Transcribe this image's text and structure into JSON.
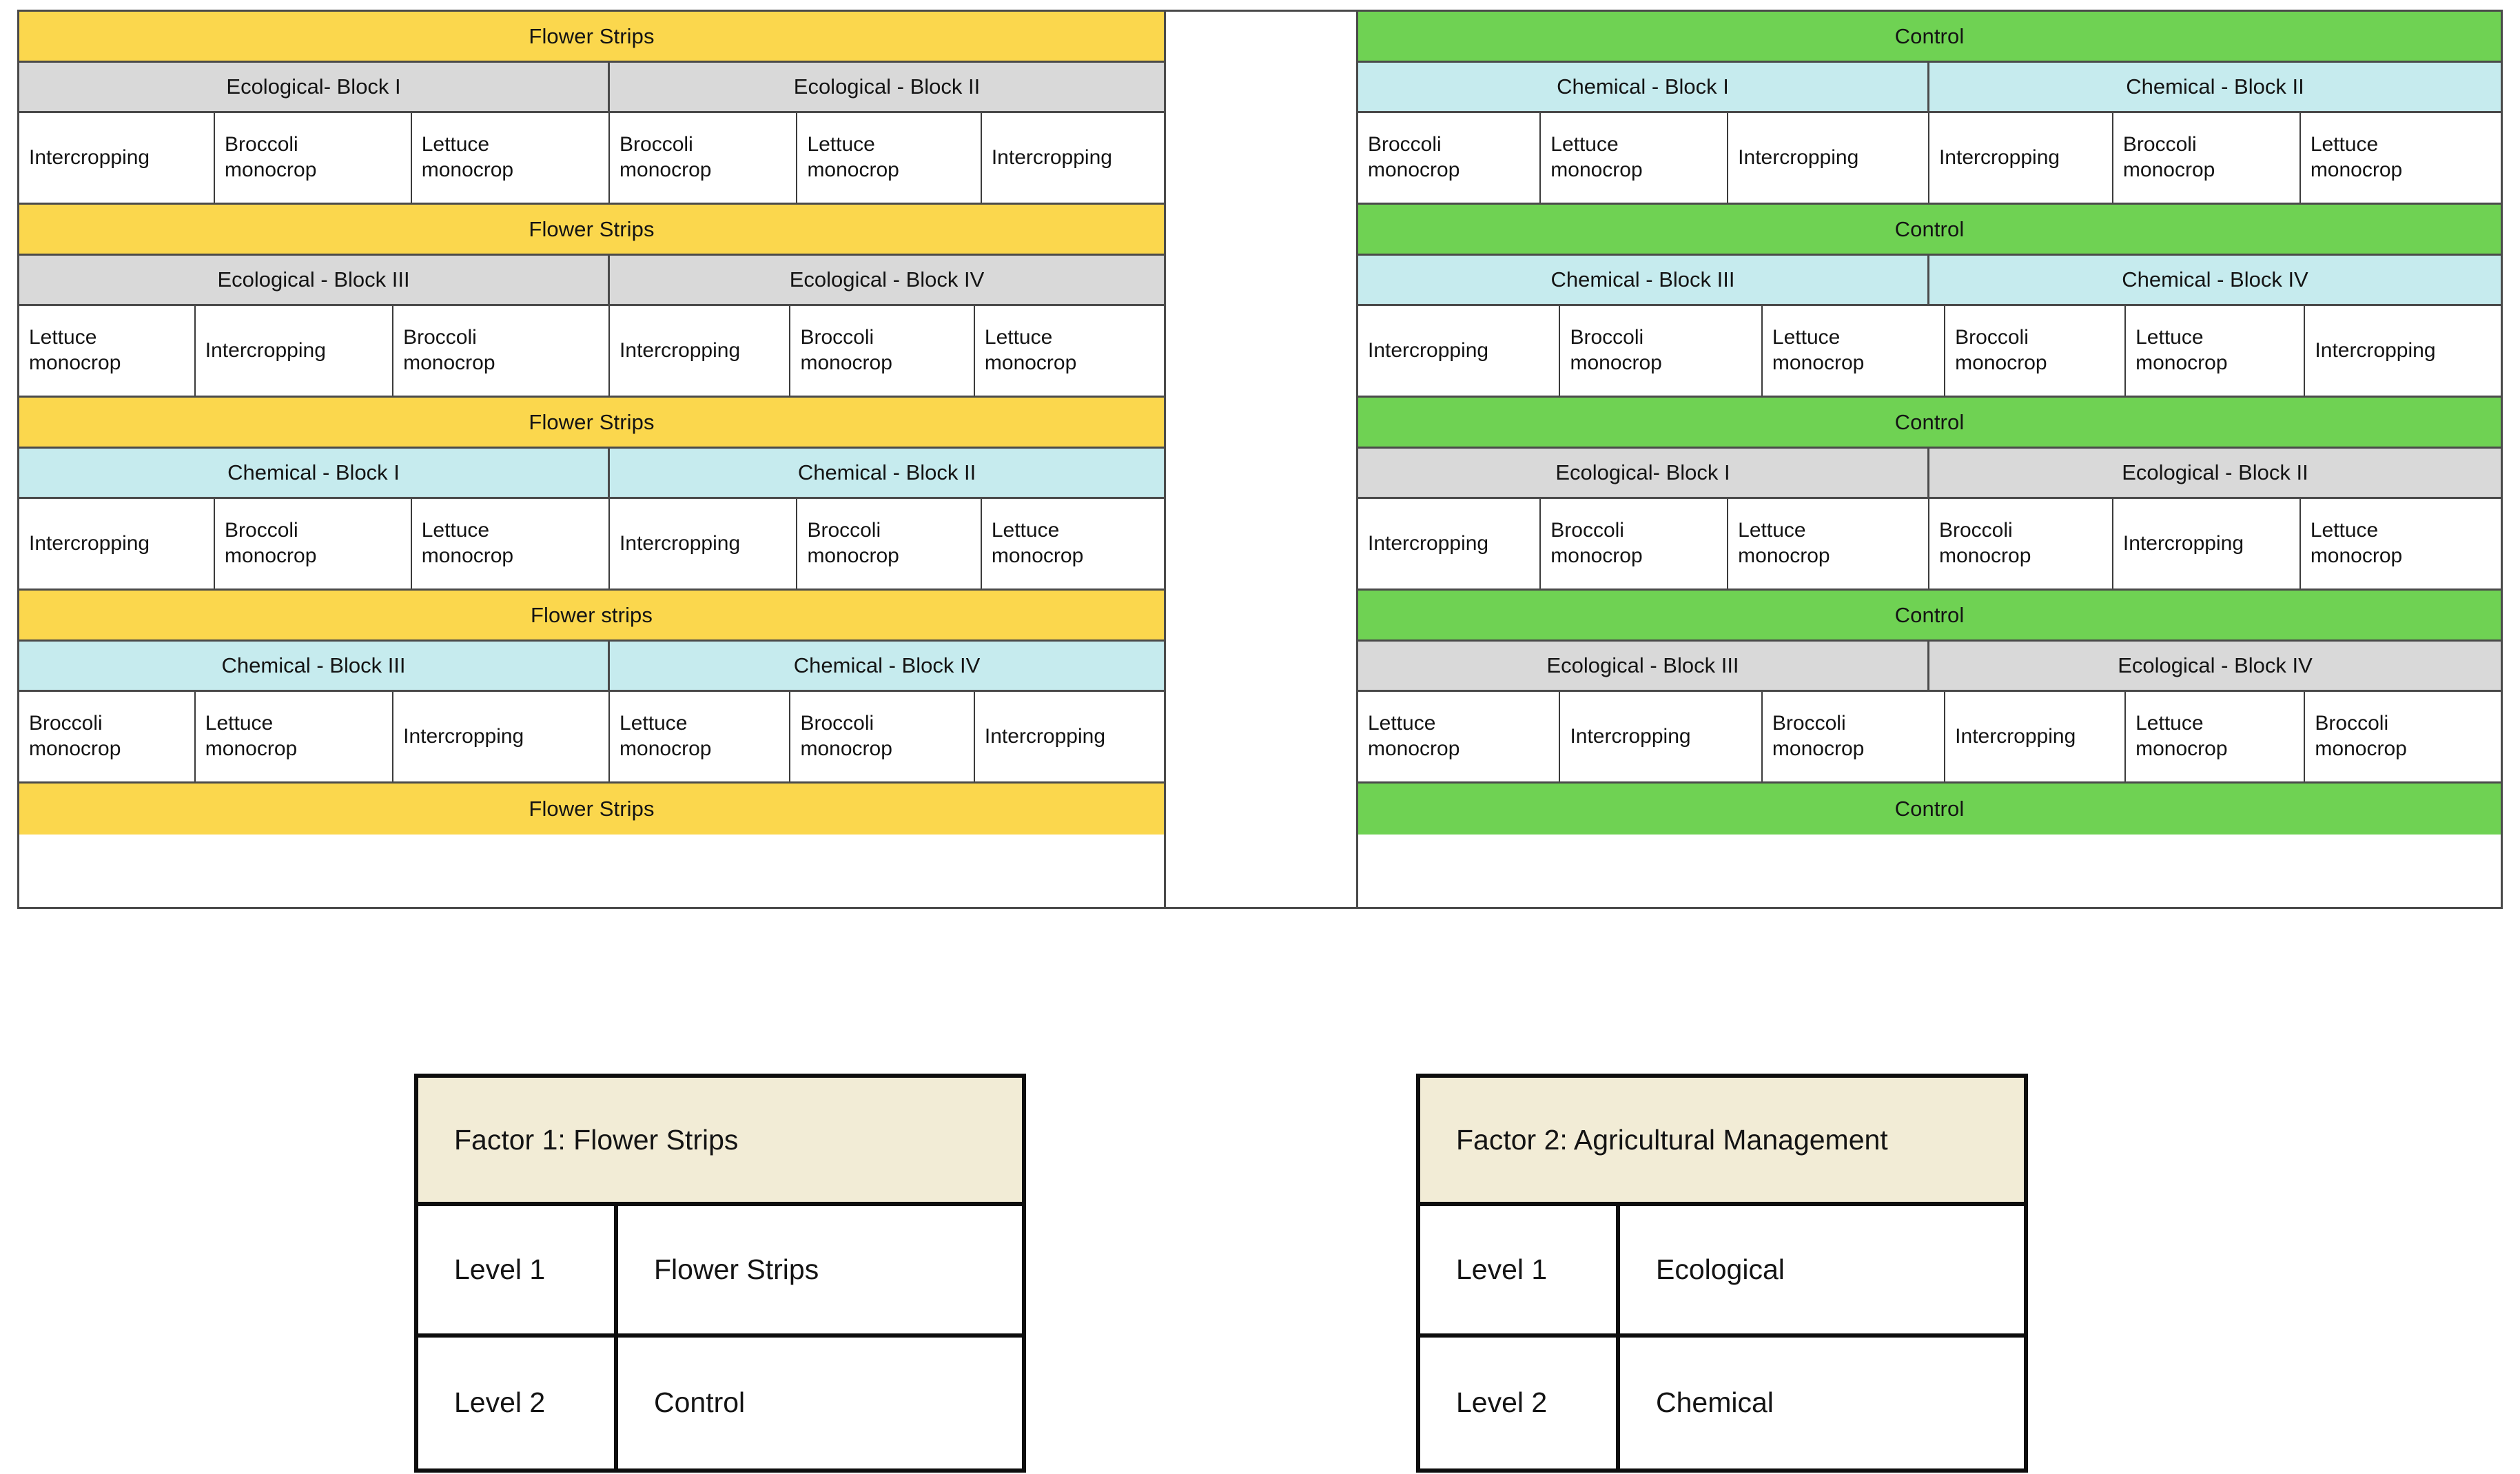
{
  "colors": {
    "flower_strips": "#fbd74d",
    "control": "#6fd253",
    "ecological_header": "#d9d9d9",
    "chemical_header": "#c6ebee",
    "factor_title_bg": "#f2ecd6",
    "border": "#4a4a4a"
  },
  "field_layout": {
    "panels": [
      {
        "id": "flower-strips",
        "sections": [
          {
            "strip_label": "Flower Strips",
            "strip_type": "flower",
            "blocks": [
              {
                "header": "Ecological- Block I",
                "header_type": "ecological",
                "plots": [
                  "Intercropping",
                  "Broccoli monocrop",
                  "Lettuce monocrop"
                ]
              },
              {
                "header": "Ecological - Block II",
                "header_type": "ecological",
                "plots": [
                  "Broccoli monocrop",
                  "Lettuce monocrop",
                  "Intercropping"
                ]
              }
            ]
          },
          {
            "strip_label": "Flower Strips",
            "strip_type": "flower",
            "blocks": [
              {
                "header": "Ecological - Block III",
                "header_type": "ecological",
                "plots": [
                  "Lettuce monocrop",
                  "Intercropping",
                  "Broccoli monocrop"
                ]
              },
              {
                "header": "Ecological - Block IV",
                "header_type": "ecological",
                "plots": [
                  "Intercropping",
                  "Broccoli monocrop",
                  "Lettuce monocrop"
                ]
              }
            ]
          },
          {
            "strip_label": "Flower Strips",
            "strip_type": "flower",
            "blocks": [
              {
                "header": "Chemical - Block I",
                "header_type": "chemical",
                "plots": [
                  "Intercropping",
                  "Broccoli monocrop",
                  "Lettuce monocrop"
                ]
              },
              {
                "header": "Chemical - Block II",
                "header_type": "chemical",
                "plots": [
                  "Intercropping",
                  "Broccoli monocrop",
                  "Lettuce monocrop"
                ]
              }
            ]
          },
          {
            "strip_label": "Flower strips",
            "strip_type": "flower",
            "blocks": [
              {
                "header": "Chemical - Block III",
                "header_type": "chemical",
                "plots": [
                  "Broccoli monocrop",
                  "Lettuce monocrop",
                  "Intercropping"
                ]
              },
              {
                "header": "Chemical - Block IV",
                "header_type": "chemical",
                "plots": [
                  "Lettuce monocrop",
                  "Broccoli monocrop",
                  "Intercropping"
                ]
              }
            ]
          }
        ],
        "final_strip_label": "Flower Strips",
        "final_strip_type": "flower"
      },
      {
        "id": "control",
        "sections": [
          {
            "strip_label": "Control",
            "strip_type": "control",
            "blocks": [
              {
                "header": "Chemical - Block I",
                "header_type": "chemical",
                "plots": [
                  "Broccoli monocrop",
                  "Lettuce monocrop",
                  "Intercropping"
                ]
              },
              {
                "header": "Chemical - Block II",
                "header_type": "chemical",
                "plots": [
                  "Intercropping",
                  "Broccoli monocrop",
                  "Lettuce monocrop"
                ]
              }
            ]
          },
          {
            "strip_label": "Control",
            "strip_type": "control",
            "blocks": [
              {
                "header": "Chemical - Block III",
                "header_type": "chemical",
                "plots": [
                  "Intercropping",
                  "Broccoli monocrop",
                  "Lettuce monocrop"
                ]
              },
              {
                "header": "Chemical - Block IV",
                "header_type": "chemical",
                "plots": [
                  "Broccoli monocrop",
                  "Lettuce monocrop",
                  "Intercropping"
                ]
              }
            ]
          },
          {
            "strip_label": "Control",
            "strip_type": "control",
            "blocks": [
              {
                "header": "Ecological- Block I",
                "header_type": "ecological",
                "plots": [
                  "Intercropping",
                  "Broccoli monocrop",
                  "Lettuce monocrop"
                ]
              },
              {
                "header": "Ecological - Block II",
                "header_type": "ecological",
                "plots": [
                  "Broccoli monocrop",
                  "Intercropping",
                  "Lettuce monocrop"
                ]
              }
            ]
          },
          {
            "strip_label": "Control",
            "strip_type": "control",
            "blocks": [
              {
                "header": "Ecological - Block III",
                "header_type": "ecological",
                "plots": [
                  "Lettuce monocrop",
                  "Intercropping",
                  "Broccoli monocrop"
                ]
              },
              {
                "header": "Ecological - Block IV",
                "header_type": "ecological",
                "plots": [
                  "Intercropping",
                  "Lettuce monocrop",
                  "Broccoli monocrop"
                ]
              }
            ]
          }
        ],
        "final_strip_label": "Control",
        "final_strip_type": "control"
      }
    ]
  },
  "factor_tables": [
    {
      "title": "Factor 1:  Flower Strips",
      "rows": [
        {
          "level": "Level 1",
          "value": "Flower Strips"
        },
        {
          "level": "Level 2",
          "value": "Control"
        }
      ]
    },
    {
      "title": "Factor 2: Agricultural Management",
      "rows": [
        {
          "level": "Level 1",
          "value": "Ecological"
        },
        {
          "level": "Level 2",
          "value": "Chemical"
        }
      ]
    }
  ]
}
